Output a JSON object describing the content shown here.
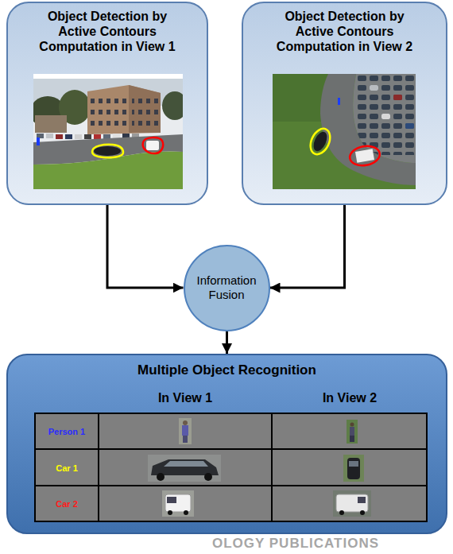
{
  "diagram": {
    "nodes": [
      {
        "text": [
          "Object Detection by Active Contours Computation in View 1"
        ]
      },
      {
        "text": [
          "Object Detection by Active Contours Computation in View 2"
        ]
      },
      {
        "text": [
          "Information Fusion"
        ]
      },
      {
        "text": [
          "Multiple Object Recognition"
        ]
      }
    ],
    "edges": [
      {
        "from": 0,
        "to": 2,
        "arrow": "to"
      },
      {
        "from": 1,
        "to": 2,
        "arrow": "to"
      },
      {
        "from": 2,
        "to": 3,
        "arrow": "to"
      }
    ],
    "labels": [
      "In View 1",
      "In View 2",
      "Person 1",
      "Car 1",
      "Car 2",
      "OLOGY PUBLICATIONS"
    ]
  }
}
